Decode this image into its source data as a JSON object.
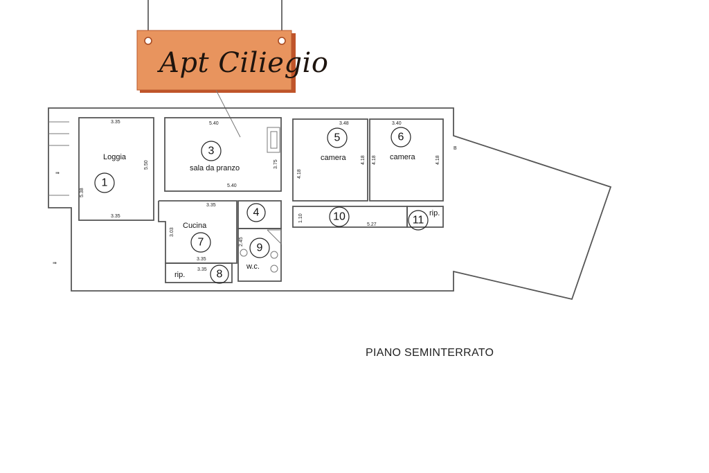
{
  "sign": {
    "title": "Apt Ciliegio"
  },
  "floor": {
    "name": "PIANO SEMINTERRATO"
  },
  "rooms": [
    {
      "number": "1",
      "label": "Loggia"
    },
    {
      "number": "3",
      "label": "sala da pranzo"
    },
    {
      "number": "4",
      "label": ""
    },
    {
      "number": "5",
      "label": "camera"
    },
    {
      "number": "6",
      "label": "camera"
    },
    {
      "number": "7",
      "label": "Cucina"
    },
    {
      "number": "8",
      "label": "rip."
    },
    {
      "number": "9",
      "label": "w.c."
    },
    {
      "number": "10",
      "label": ""
    },
    {
      "number": "11",
      "label": "rip."
    }
  ],
  "dimensions": {
    "loggia_width": "3.35",
    "loggia_width_bottom": "3.35",
    "loggia_height": "5.38",
    "loggia_wall": "5.50",
    "sala_width": "5.40",
    "sala_width_bottom": "5.40",
    "sala_height": "3.75",
    "cucina_width_top": "3.35",
    "cucina_width": "3.35",
    "cucina_height": "3.03",
    "rip8_width": "3.35",
    "wc_height": "2.45",
    "camera5_width": "3.48",
    "camera5_height": "4.18",
    "camera5_height_right": "4.18",
    "camera6_width": "3.40",
    "camera6_height": "4.18",
    "camera6_height_right": "4.18",
    "corridor_height": "1.10",
    "corridor_width": "5.27"
  }
}
